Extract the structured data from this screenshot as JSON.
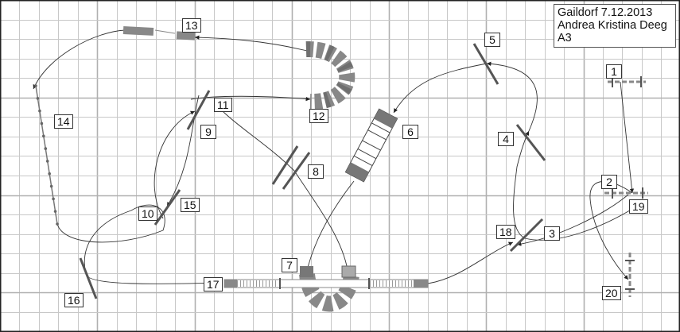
{
  "info": {
    "line1": "Gaildorf 7.12.2013",
    "line2": "Andrea Kristina Deeg",
    "line3": "A3"
  },
  "obstacles": [
    "1",
    "2",
    "3",
    "4",
    "5",
    "6",
    "7",
    "8",
    "9",
    "10",
    "11",
    "12",
    "13",
    "14",
    "15",
    "16",
    "17",
    "18",
    "19",
    "20"
  ],
  "colors": {
    "grid": "#c8c8c8",
    "grid_major": "#b0b0b0",
    "path": "#333333",
    "tunnel_dark": "#777777",
    "tunnel_light": "#bbbbbb"
  }
}
